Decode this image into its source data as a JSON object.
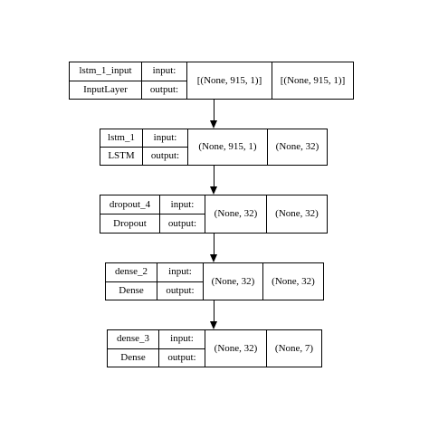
{
  "nodes": [
    {
      "name": "lstm_1_input",
      "type": "InputLayer",
      "in_label": "input:",
      "out_label": "output:",
      "input_shape": "[(None, 915, 1)]",
      "output_shape": "[(None, 915, 1)]"
    },
    {
      "name": "lstm_1",
      "type": "LSTM",
      "in_label": "input:",
      "out_label": "output:",
      "input_shape": "(None, 915, 1)",
      "output_shape": "(None, 32)"
    },
    {
      "name": "dropout_4",
      "type": "Dropout",
      "in_label": "input:",
      "out_label": "output:",
      "input_shape": "(None, 32)",
      "output_shape": "(None, 32)"
    },
    {
      "name": "dense_2",
      "type": "Dense",
      "in_label": "input:",
      "out_label": "output:",
      "input_shape": "(None, 32)",
      "output_shape": "(None, 32)"
    },
    {
      "name": "dense_3",
      "type": "Dense",
      "in_label": "input:",
      "out_label": "output:",
      "input_shape": "(None, 32)",
      "output_shape": "(None, 7)"
    }
  ]
}
